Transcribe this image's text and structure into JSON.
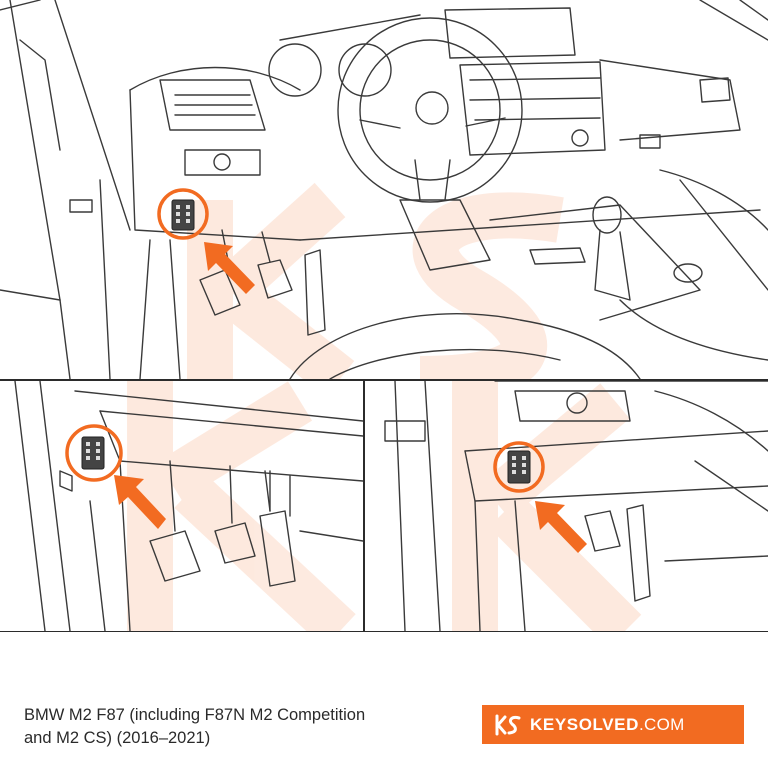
{
  "caption": {
    "line1": "BMW M2 F87 (including F87N M2 Competition",
    "line2": "and M2 CS) (2016–2021)"
  },
  "brand": {
    "name_bold": "KEYSOLVED",
    "name_light": ".COM",
    "color": "#f26b21",
    "logo_icon": "ks-logo-icon"
  },
  "accent_color": "#f26b21",
  "panels": [
    "interior-overview",
    "detail-left",
    "detail-right"
  ]
}
